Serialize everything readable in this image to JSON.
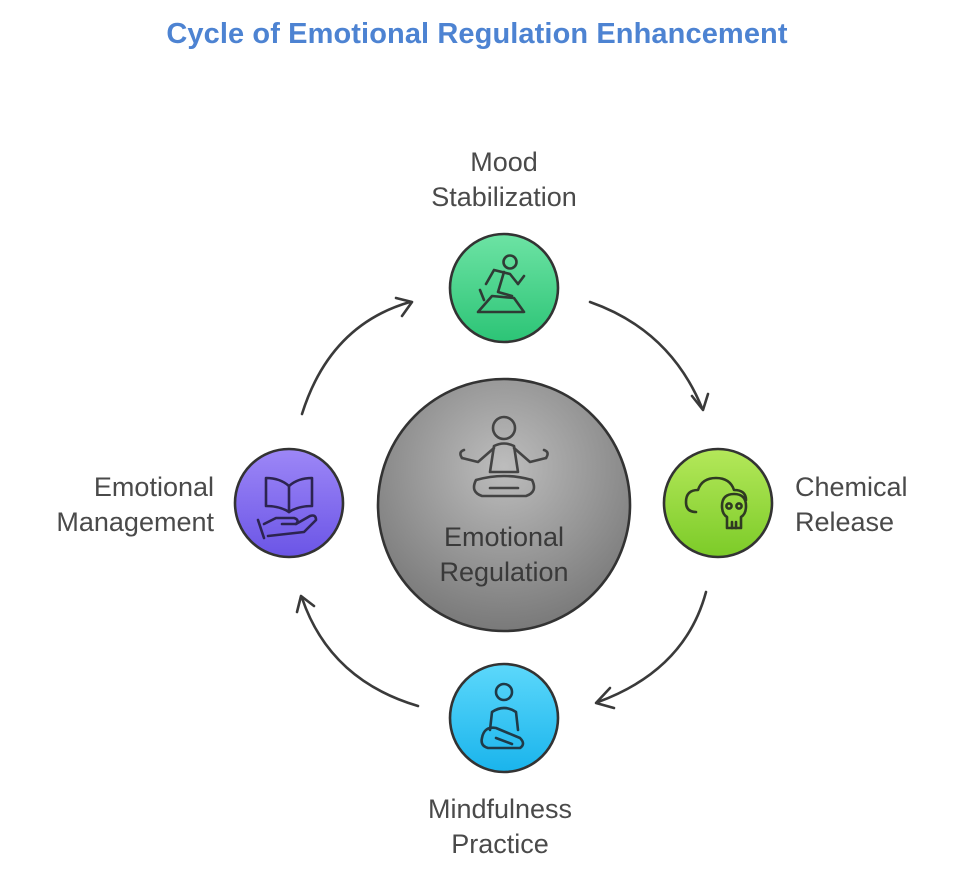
{
  "title": "Cycle of Emotional Regulation Enhancement",
  "center": {
    "line1": "Emotional",
    "line2": "Regulation",
    "icon": "meditation-person-icon"
  },
  "nodes": [
    {
      "id": "mood",
      "line1": "Mood",
      "line2": "Stabilization",
      "icon": "exercise-bike-icon",
      "color": "#3ecf84"
    },
    {
      "id": "chemical",
      "line1": "Chemical",
      "line2": "Release",
      "icon": "cloud-skull-icon",
      "color": "#8bd636"
    },
    {
      "id": "mindfulness",
      "line1": "Mindfulness",
      "line2": "Practice",
      "icon": "seated-person-icon",
      "color": "#27c4f1"
    },
    {
      "id": "emotional",
      "line1": "Emotional",
      "line2": "Management",
      "icon": "book-hand-icon",
      "color": "#7b68ee"
    }
  ]
}
